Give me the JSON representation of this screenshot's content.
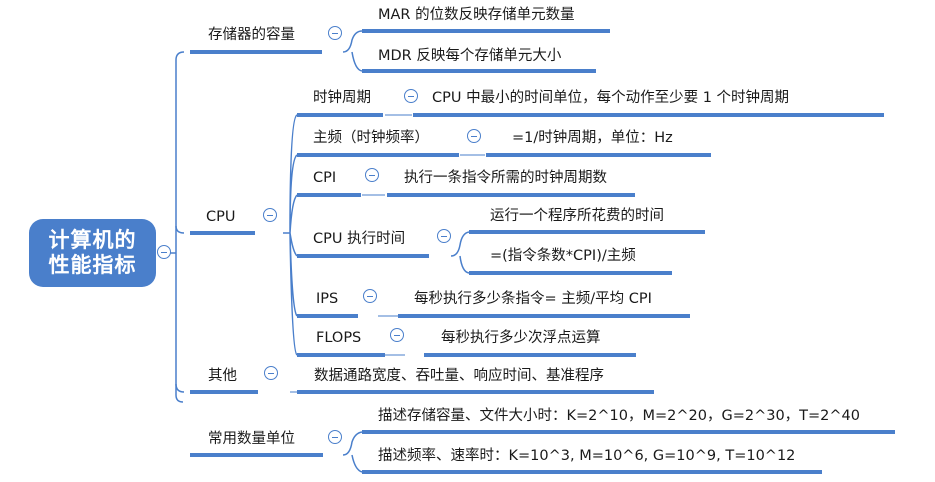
{
  "root": {
    "line1": "计算机的",
    "line2": "性能指标"
  },
  "branches": {
    "storage": {
      "label": "存储器的容量",
      "children": [
        "MAR 的位数反映存储单元数量",
        "MDR 反映每个存储单元大小"
      ]
    },
    "cpu": {
      "label": "CPU",
      "children": [
        {
          "label": "时钟周期",
          "detail": [
            "CPU 中最小的时间单位，每个动作至少要 1 个时钟周期"
          ]
        },
        {
          "label": "主频（时钟频率）",
          "detail": [
            "=1/时钟周期，单位：Hz"
          ]
        },
        {
          "label": "CPI",
          "detail": [
            "执行一条指令所需的时钟周期数"
          ]
        },
        {
          "label": "CPU 执行时间",
          "detail": [
            "运行一个程序所花费的时间",
            "=(指令条数*CPI)/主频"
          ]
        },
        {
          "label": "IPS",
          "detail": [
            "每秒执行多少条指令= 主频/平均 CPI"
          ]
        },
        {
          "label": "FLOPS",
          "detail": [
            "每秒执行多少次浮点运算"
          ]
        }
      ]
    },
    "other": {
      "label": "其他",
      "detail": "数据通路宽度、吞吐量、响应时间、基准程序"
    },
    "units": {
      "label": "常用数量单位",
      "children": [
        "描述存储容量、文件大小时：K=2^10，M=2^20，G=2^30，T=2^40",
        "描述频率、速率时：K=10^3, M=10^6, G=10^9, T=10^12"
      ]
    }
  },
  "colors": {
    "accent": "#4a7fcb",
    "text": "#1a1a1a",
    "background": "#ffffff"
  }
}
